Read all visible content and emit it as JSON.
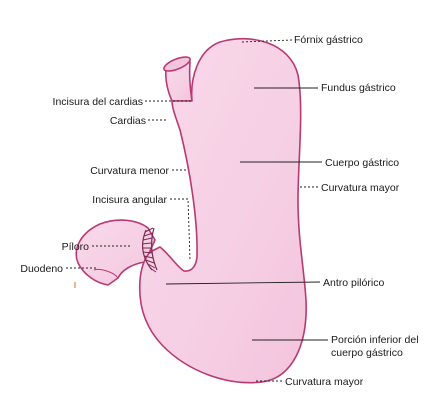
{
  "figure": {
    "colors": {
      "fill": "#f6cfe4",
      "fill_light": "#fbe3ef",
      "outline": "#b83a73",
      "leader": "#222222"
    },
    "labels": {
      "fornix": "Fórnix gástrico",
      "fundus": "Fundus gástrico",
      "incisura_cardias": "Incisura del cardias",
      "cardias": "Cardias",
      "curvatura_menor": "Curvatura menor",
      "cuerpo": "Cuerpo gástrico",
      "curvatura_mayor_lateral": "Curvatura mayor",
      "incisura_angular": "Incisura angular",
      "piloro": "Píloro",
      "duodeno": "Duodeno",
      "antro": "Antro pilórico",
      "porcion_inferior_l1": "Porción inferior del",
      "porcion_inferior_l2": "cuerpo gástrico",
      "curvatura_mayor_bottom": "Curvatura mayor"
    }
  }
}
